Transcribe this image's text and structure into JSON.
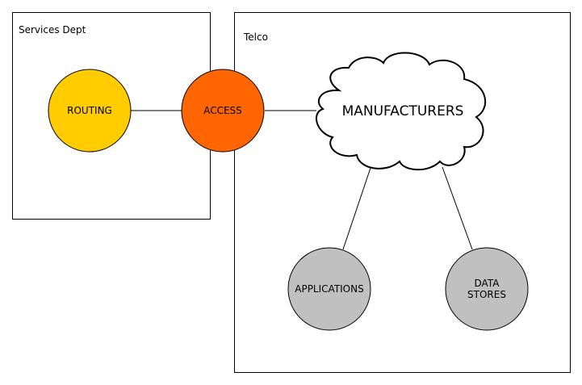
{
  "regions": {
    "services_dept": {
      "label": "Services Dept"
    },
    "telco": {
      "label": "Telco"
    }
  },
  "nodes": {
    "routing": {
      "label": "ROUTING",
      "color": "#ffcc00"
    },
    "access": {
      "label": "ACCESS",
      "color": "#ff6600"
    },
    "manufacturers": {
      "label": "MANUFACTURERS",
      "color": "#ffffff"
    },
    "applications": {
      "label": "APPLICATIONS",
      "color": "#c0c0c0"
    },
    "data_stores": {
      "label_line1": "DATA",
      "label_line2": "STORES",
      "color": "#c0c0c0"
    }
  },
  "edges": [
    {
      "from": "routing",
      "to": "access"
    },
    {
      "from": "access",
      "to": "manufacturers"
    },
    {
      "from": "manufacturers",
      "to": "applications"
    },
    {
      "from": "manufacturers",
      "to": "data_stores"
    }
  ]
}
